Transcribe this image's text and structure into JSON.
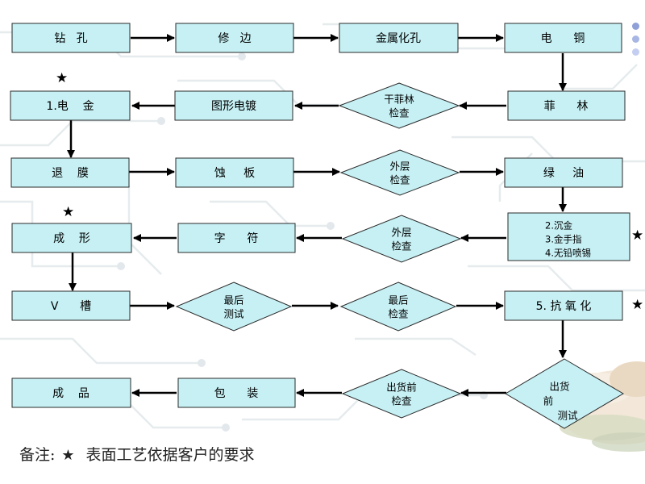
{
  "colors": {
    "box_fill": "#c6f0f4",
    "box_stroke": "#2a2a2a",
    "arrow": "#000000",
    "circuit_bg": "#eef2f4",
    "dots": [
      "#8fa0d8",
      "#a8b6e4",
      "#c4cef0"
    ]
  },
  "nodes": {
    "drill": "钻   孔",
    "trim": "修   边",
    "pth": "金属化孔",
    "cu_plate": "电      铜",
    "film": "菲      林",
    "film_check": [
      "干菲林",
      "检查"
    ],
    "pattern_plate": "图形电镀",
    "gold1": "1.电    金",
    "strip": "退    膜",
    "etch": "蚀     板",
    "outer_check1": [
      "外层",
      "检查"
    ],
    "green_oil": "绿     油",
    "surface": [
      "2.沉金",
      "3.金手指",
      "4.无铅喷锡"
    ],
    "outer_check2": [
      "外层",
      "检查"
    ],
    "legend": "字      符",
    "shaping": "成    形",
    "vcut": "V      槽",
    "final_test": [
      "最后",
      "测试"
    ],
    "final_check": [
      "最后",
      "检查"
    ],
    "anti_ox": "5. 抗 氧 化",
    "ship_test": [
      "出货",
      "前",
      "测试"
    ],
    "ship_check": [
      "出货前",
      "检查"
    ],
    "package": "包      装",
    "product": "成    品"
  },
  "marks": {
    "star": "★"
  },
  "note": {
    "prefix": "备注:",
    "star": "★",
    "text": "表面工艺依据客户的要求"
  }
}
